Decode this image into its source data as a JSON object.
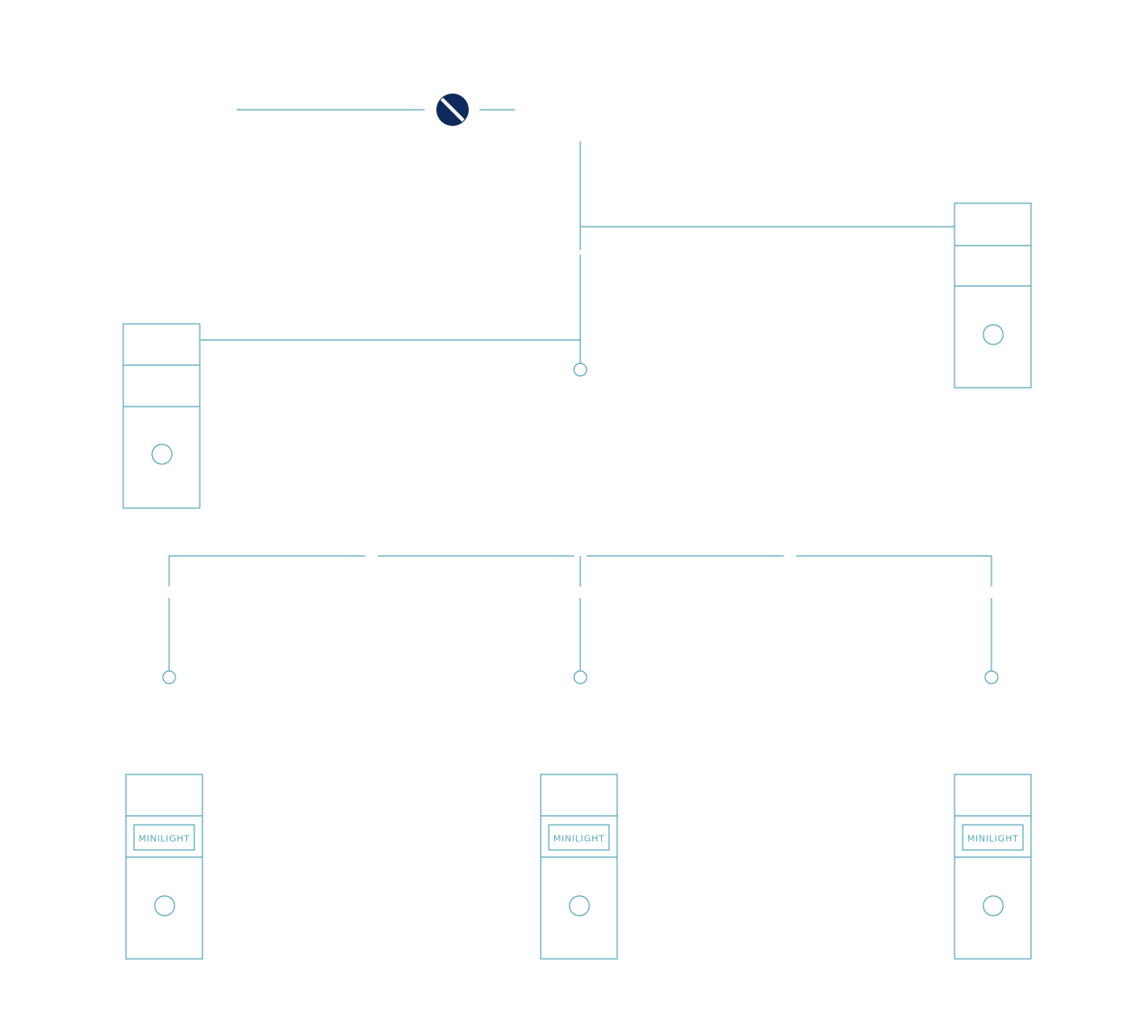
{
  "colors": {
    "line": "#5aa9bb",
    "toggle": "#0e2a5c",
    "background": "#ffffff"
  },
  "icons": {
    "toggle": "disabled-toggle-icon",
    "connector": "connector-node-icon",
    "unit_button": "unit-button-icon"
  },
  "devices": {
    "upper": [
      {
        "id": "left-unit",
        "label": ""
      },
      {
        "id": "right-unit",
        "label": ""
      }
    ],
    "lower": [
      {
        "id": "minilight-1",
        "label": "MINILIGHT"
      },
      {
        "id": "minilight-2",
        "label": "MINILIGHT"
      },
      {
        "id": "minilight-3",
        "label": "MINILIGHT"
      }
    ]
  }
}
